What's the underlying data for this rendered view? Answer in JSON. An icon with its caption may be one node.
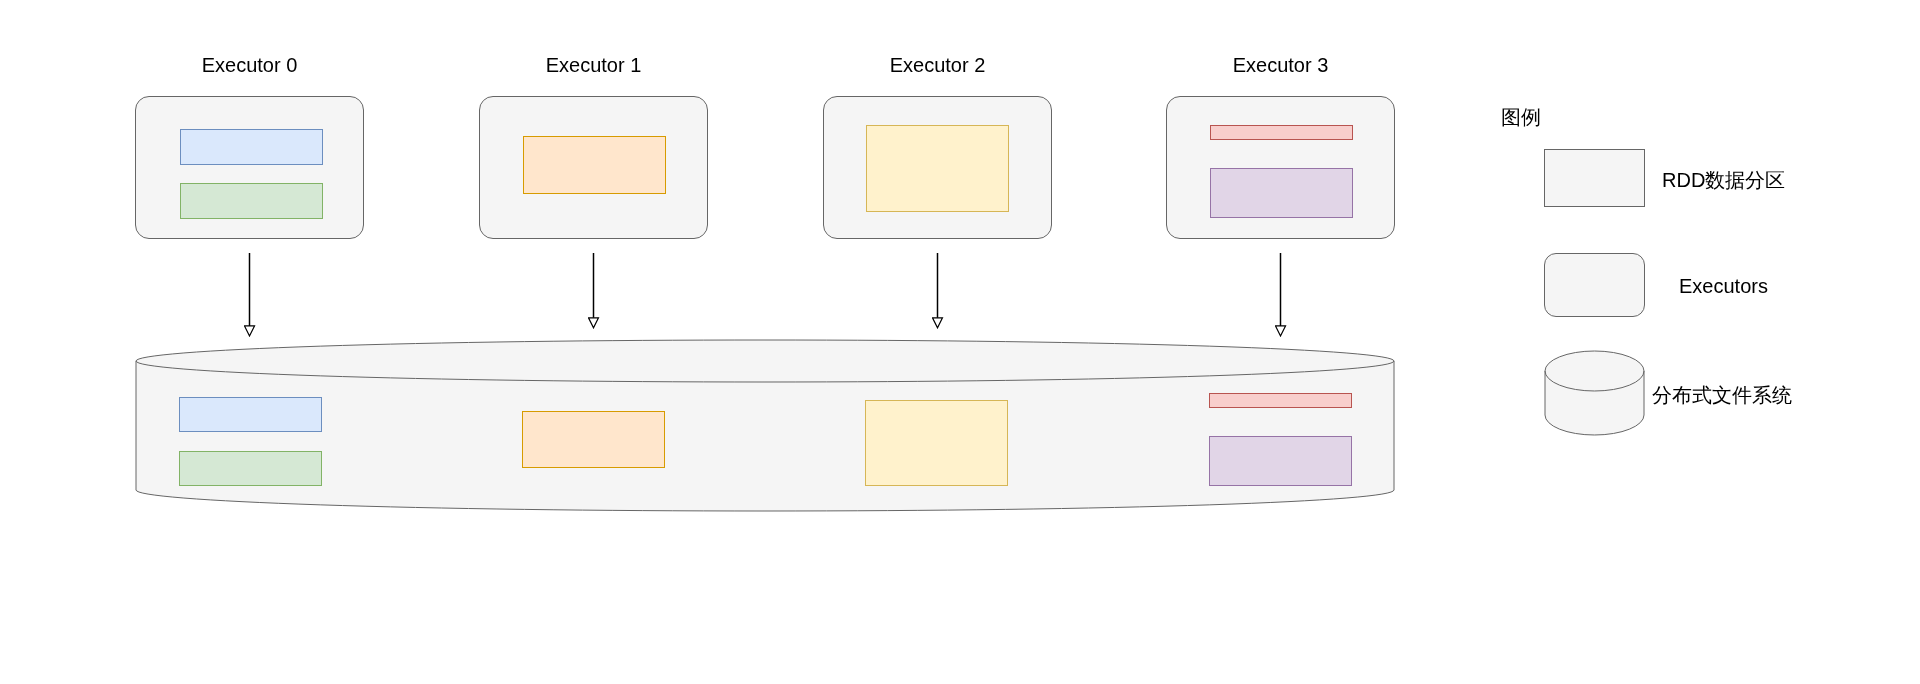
{
  "diagram": {
    "nodes": [
      {
        "text": [
          "Executor 0"
        ]
      },
      {
        "text": [],
        "shape": "box",
        "in": 0
      },
      {
        "text": [],
        "shape": "box",
        "in": 0
      },
      {
        "text": [
          "Executor 1"
        ]
      },
      {
        "text": [],
        "shape": "box",
        "in": 3
      },
      {
        "text": [
          "Executor 2"
        ]
      },
      {
        "text": [],
        "shape": "box",
        "in": 5
      },
      {
        "text": [
          "Executor 3"
        ]
      },
      {
        "text": [],
        "shape": "box",
        "in": 7
      },
      {
        "text": [],
        "shape": "box",
        "in": 7
      },
      {
        "text": [],
        "shape": "cylinder"
      },
      {
        "text": [],
        "shape": "box",
        "in": 10
      },
      {
        "text": [],
        "shape": "box",
        "in": 10
      },
      {
        "text": [],
        "shape": "box",
        "in": 10
      },
      {
        "text": [],
        "shape": "box",
        "in": 10
      },
      {
        "text": [],
        "shape": "box",
        "in": 10
      },
      {
        "text": [],
        "shape": "box",
        "in": 10
      }
    ],
    "edges": [
      {
        "from": 0,
        "to": 10,
        "arrow": "to"
      },
      {
        "from": 3,
        "to": 10,
        "arrow": "to"
      },
      {
        "from": 5,
        "to": 10,
        "arrow": "to"
      },
      {
        "from": 7,
        "to": 10,
        "arrow": "to"
      }
    ],
    "labels": [
      "图例"
    ],
    "legend": [
      {
        "text": "RDD数据分区"
      },
      {
        "text": "Executors"
      },
      {
        "text": "分布式文件系统"
      }
    ]
  }
}
